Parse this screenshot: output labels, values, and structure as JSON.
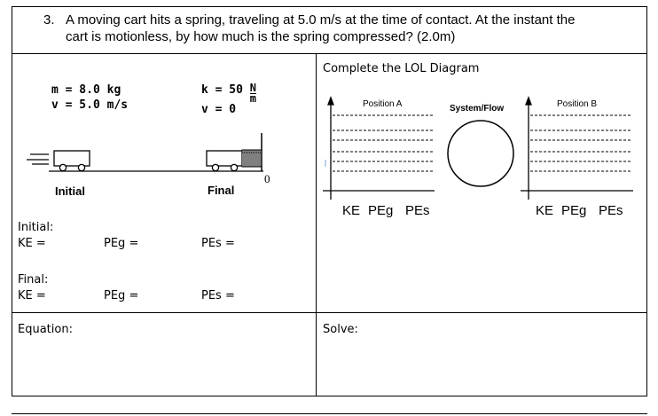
{
  "question": {
    "number": "3.",
    "line1": "A moving cart hits a spring, traveling at 5.0 m/s at the time of contact. At the instant the",
    "line2": "cart is motionless, by how much is the spring compressed?  (2.0m)"
  },
  "diagram": {
    "initial_mass": "m = 8.0 kg",
    "initial_velocity": "v = 5.0 m/s",
    "spring_k_prefix": "k = 50",
    "spring_k_unit_num": "N",
    "spring_k_unit_den": "m",
    "final_velocity": "v = 0",
    "zero_mark": "0",
    "initial_caption": "Initial",
    "final_caption": "Final"
  },
  "energy_entries": {
    "initial_heading": "Initial:",
    "final_heading": "Final:",
    "ke": "KE =",
    "peg": "PEg =",
    "pes": "PEs ="
  },
  "lol": {
    "title": "Complete the LOL Diagram",
    "position_a": "Position A",
    "system_flow": "System/Flow",
    "position_b": "Position B",
    "ke": "KE",
    "peg": "PEg",
    "pes": "PEs"
  },
  "equation_label": "Equation:",
  "solve_label": "Solve:"
}
